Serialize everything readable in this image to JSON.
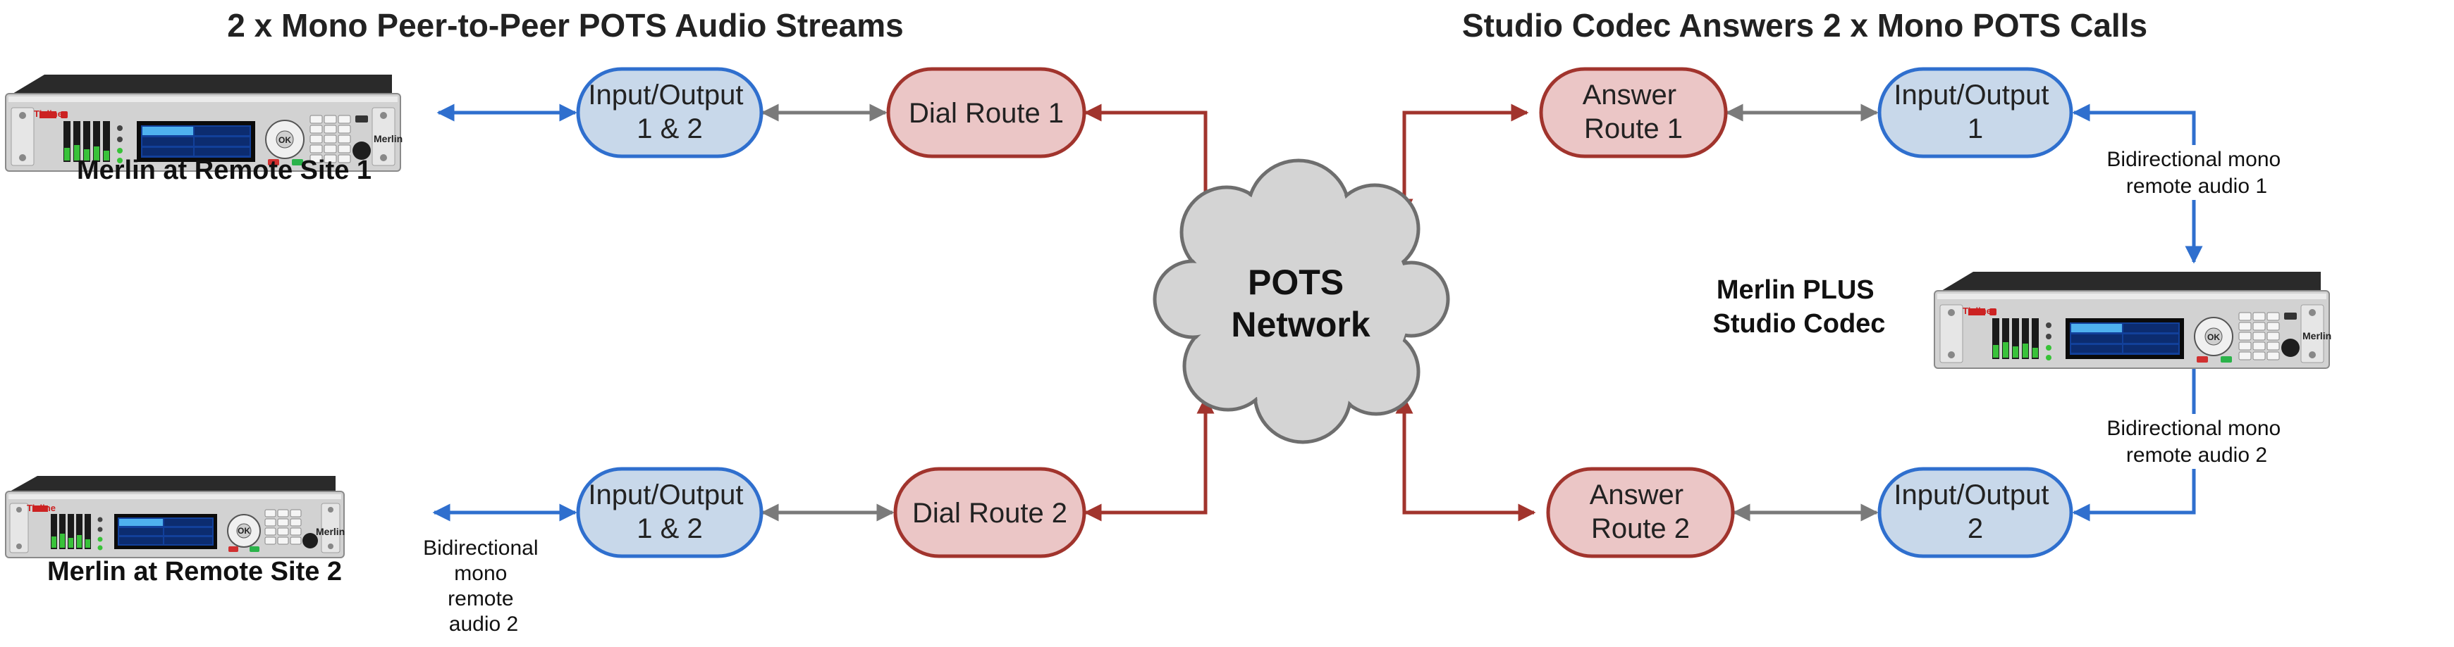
{
  "colors": {
    "blue_stroke": "#2f6fce",
    "blue_fill": "#c8d8ea",
    "red_stroke": "#a1342d",
    "red_fill": "#ebc6c6",
    "gray_arrow": "#7a7a7a",
    "cloud_fill": "#d4d4d4",
    "cloud_stroke": "#6e6e6e"
  },
  "left": {
    "title": "2 x Mono Peer-to-Peer POTS Audio Streams",
    "site1": {
      "device_label": "Merlin at Remote Site 1",
      "io": [
        "Input/Output",
        "1 & 2"
      ],
      "route": "Dial Route 1"
    },
    "site2": {
      "device_label": "Merlin at Remote Site 2",
      "io": [
        "Input/Output",
        "1 & 2"
      ],
      "route": "Dial Route 2",
      "note": [
        "Bidirectional",
        "mono",
        "remote",
        "audio 2"
      ]
    }
  },
  "center": {
    "cloud": [
      "POTS",
      "Network"
    ]
  },
  "right": {
    "title": "Studio Codec Answers 2 x Mono POTS Calls",
    "studio_label": [
      "Merlin PLUS",
      "Studio Codec"
    ],
    "route1": [
      "Answer",
      "Route 1"
    ],
    "io1": [
      "Input/Output",
      "1"
    ],
    "note1": [
      "Bidirectional mono",
      "remote audio 1"
    ],
    "route2": [
      "Answer",
      "Route 2"
    ],
    "io2": [
      "Input/Output",
      "2"
    ],
    "note2": [
      "Bidirectional mono",
      "remote audio 2"
    ]
  },
  "device": {
    "brand": "Tieline",
    "model": "Merlin",
    "ok_label": "OK"
  },
  "icons": {
    "rack_unit": "codec-rack-icon",
    "cloud": "cloud-icon"
  }
}
